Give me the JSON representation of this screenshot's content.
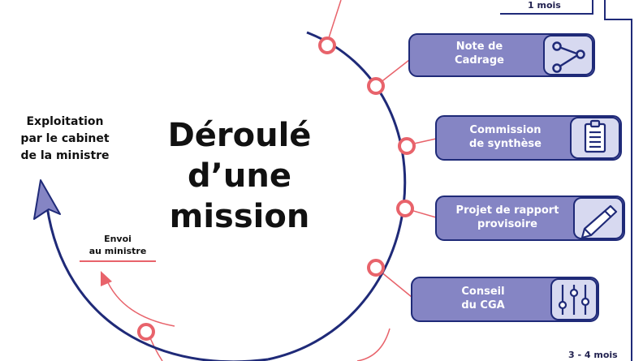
{
  "diagram": {
    "title_lines": [
      "Déroulé",
      "d’une",
      "mission"
    ],
    "exploitation_lines": [
      "Exploitation",
      "par le cabinet",
      "de la ministre"
    ],
    "envoi_lines": [
      "Envoi",
      "au ministre"
    ],
    "durations": {
      "top": "1 mois",
      "bottom": "3 - 4 mois"
    },
    "steps": [
      {
        "label_lines": [
          "Note de",
          "Cadrage"
        ],
        "icon": "share-icon"
      },
      {
        "label_lines": [
          "Commission",
          "de synthèse"
        ],
        "icon": "clipboard-icon"
      },
      {
        "label_lines": [
          "Projet de rapport",
          "provisoire"
        ],
        "icon": "pencil-icon"
      },
      {
        "label_lines": [
          "Conseil",
          "du CGA"
        ],
        "icon": "sliders-icon"
      }
    ],
    "colors": {
      "arc": "#1f2a78",
      "box_fill": "#8585c4",
      "box_stroke": "#1f2a78",
      "icon_fill": "#d7d9f0",
      "node": "#e8636b",
      "underline": "#e8636b"
    }
  }
}
